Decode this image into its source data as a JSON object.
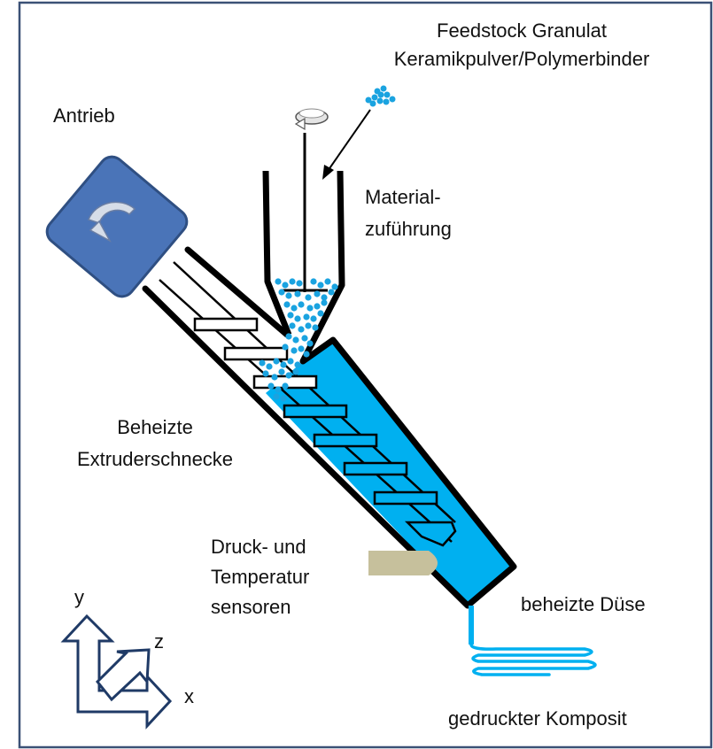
{
  "labels": {
    "feedstock": [
      "Feedstock Granulat",
      "Keramikpulver/Polymerbinder"
    ],
    "drive": "Antrieb",
    "material_feed": [
      "Material-",
      "zuführung"
    ],
    "heated_screw": [
      "Beheizte",
      "Extruderschnecke"
    ],
    "sensors": [
      "Druck- und",
      "Temperatur",
      "sensoren"
    ],
    "nozzle": "beheizte Düse",
    "printed": "gedruckter Komposit",
    "axis_y": "y",
    "axis_z": "z",
    "axis_x": "x"
  },
  "colors": {
    "frame": "#3b5176",
    "motor": "#4a74b8",
    "motor_border": "#2f4f82",
    "melt": "#00b0f0",
    "granule": "#1aa3e0",
    "sensor": "#c6c09c",
    "axis": "#1f3a66",
    "outline": "#000000"
  },
  "icons": {
    "drive_rotation": "curved-arrow-icon",
    "shaft_rotation": "rotation-arrow-icon",
    "axes": "coordinate-axes-icon"
  }
}
